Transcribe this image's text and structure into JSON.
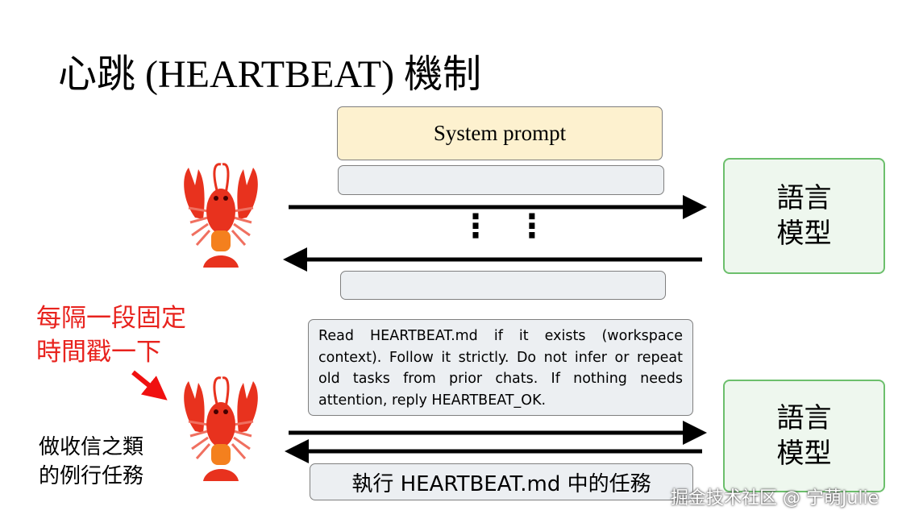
{
  "title": "心跳 (HEARTBEAT) 機制",
  "system_prompt": "System prompt",
  "ellipsis": "⋮ ⋮",
  "model": {
    "line1": "語言",
    "line2": "模型"
  },
  "annotation_red": {
    "line1": "每隔一段固定",
    "line2": "時間戳一下"
  },
  "annotation_black": {
    "line1": "做收信之類",
    "line2": "的例行任務"
  },
  "heartbeat_prompt": "Read HEARTBEAT.md if it exists (workspace context). Follow it strictly. Do not infer or repeat old tasks from prior chats. If nothing needs attention, reply HEARTBEAT_OK.",
  "response": "執行 HEARTBEAT.md 中的任務",
  "watermark": "掘金技术社区 @ 宁萌Julie",
  "colors": {
    "annotation": "#e8231e",
    "system_prompt_fill": "#fdf1cf",
    "model_border": "#6cbf6c",
    "lobster": "#e8321e"
  },
  "icons": [
    "lobster-icon",
    "arrow-right-icon",
    "arrow-left-icon"
  ]
}
